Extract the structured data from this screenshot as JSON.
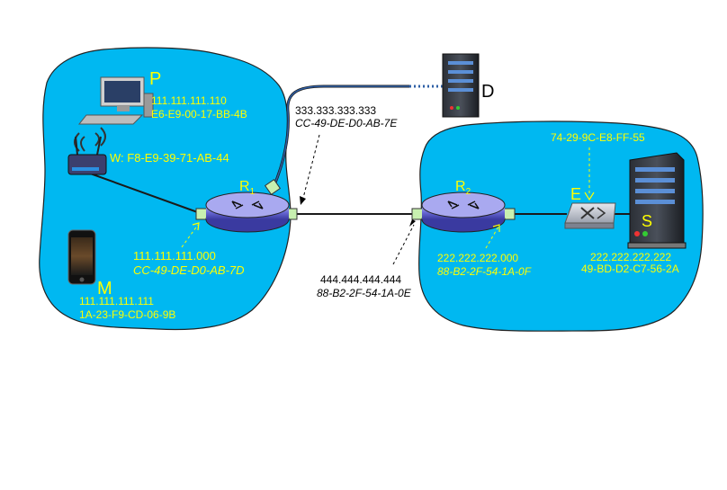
{
  "colors": {
    "cloud": "#00b8f1",
    "label": "#ffff00",
    "text": "#000000",
    "router": "#6a6ad6"
  },
  "nodes": {
    "P": {
      "name": "P",
      "ip": "111.111.111.110",
      "mac": "E6-E9-00-17-BB-4B"
    },
    "W": {
      "label": "W: F8-E9-39-71-AB-44"
    },
    "M": {
      "name": "M",
      "ip": "111.111.111.111",
      "mac": "1A-23-F9-CD-06-9B"
    },
    "R1": {
      "name": "R",
      "sub": "1",
      "left_ip": "111.111.111.000",
      "left_mac": "CC-49-DE-D0-AB-7D",
      "top_ip": "333.333.333.333",
      "top_mac": "CC-49-DE-D0-AB-7E"
    },
    "D": {
      "name": "D"
    },
    "R2": {
      "name": "R",
      "sub": "2",
      "left_ip": "444.444.444.444",
      "left_mac": "88-B2-2F-54-1A-0E",
      "right_ip": "222.222.222.000",
      "right_mac": "88-B2-2F-54-1A-0F"
    },
    "E": {
      "name": "E",
      "mac": "74-29-9C-E8-FF-55"
    },
    "S": {
      "name": "S",
      "ip": "222.222.222.222",
      "mac": "49-BD-D2-C7-56-2A"
    }
  }
}
